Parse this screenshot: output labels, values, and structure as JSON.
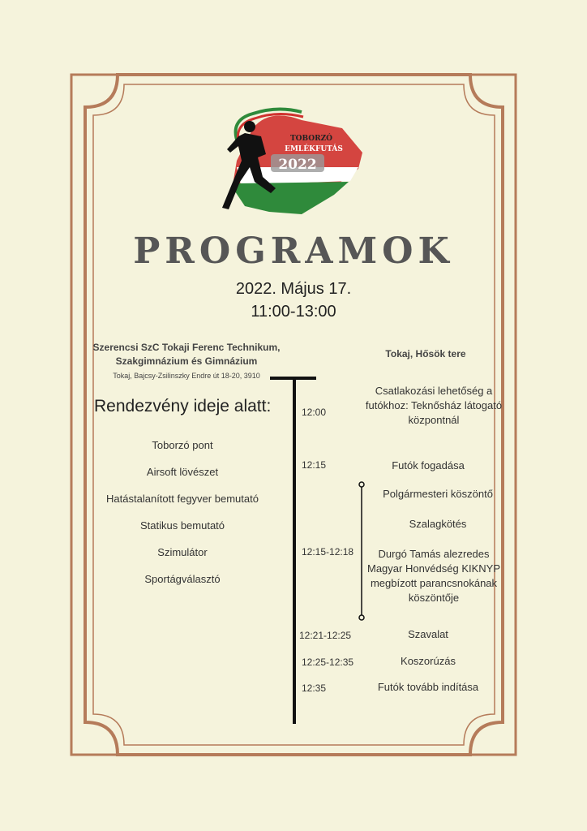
{
  "logo": {
    "text_top": "TOBORZÓ",
    "text_mid": "EMLÉKFUTÁS",
    "year": "2022"
  },
  "header": {
    "title": "PROGRAMOK",
    "date": "2022. Május 17.",
    "time": "11:00-13:00"
  },
  "venues": {
    "left_name": "Szerencsi SzC Tokaji Ferenc Technikum, Szakgimnázium és Gimnázium",
    "left_address": "Tokaj, Bajcsy-Zsilinszky Endre út 18-20, 3910",
    "right_name": "Tokaj, Hősök tere"
  },
  "during_heading": "Rendezvény ideje alatt:",
  "activities": [
    "Toborzó pont",
    "Airsoft lövészet",
    "Hatástalanított fegyver bemutató",
    "Statikus bemutató",
    "Szimulátor",
    "Sportágválasztó"
  ],
  "schedule": [
    {
      "time": "12:00",
      "event": "Csatlakozási lehetőség a futókhoz: Teknősház látogató központnál"
    },
    {
      "time": "12:15",
      "event": "Futók fogadása"
    },
    {
      "time": "",
      "event": "Polgármesteri köszöntő"
    },
    {
      "time": "",
      "event": "Szalagkötés"
    },
    {
      "time": "12:15-12:18",
      "event": "Durgó Tamás alezredes Magyar Honvédség KIKNYP megbízott parancsnokának köszöntője"
    },
    {
      "time": "12:21-12:25",
      "event": "Szavalat"
    },
    {
      "time": "12:25-12:35",
      "event": "Koszorúzás"
    },
    {
      "time": "12:35",
      "event": "Futók tovább indítása"
    }
  ],
  "colors": {
    "background": "#f5f3dc",
    "frame": "#b57b5a",
    "title": "#565656",
    "flag_red": "#d0322f",
    "flag_green": "#2f8a3b"
  }
}
